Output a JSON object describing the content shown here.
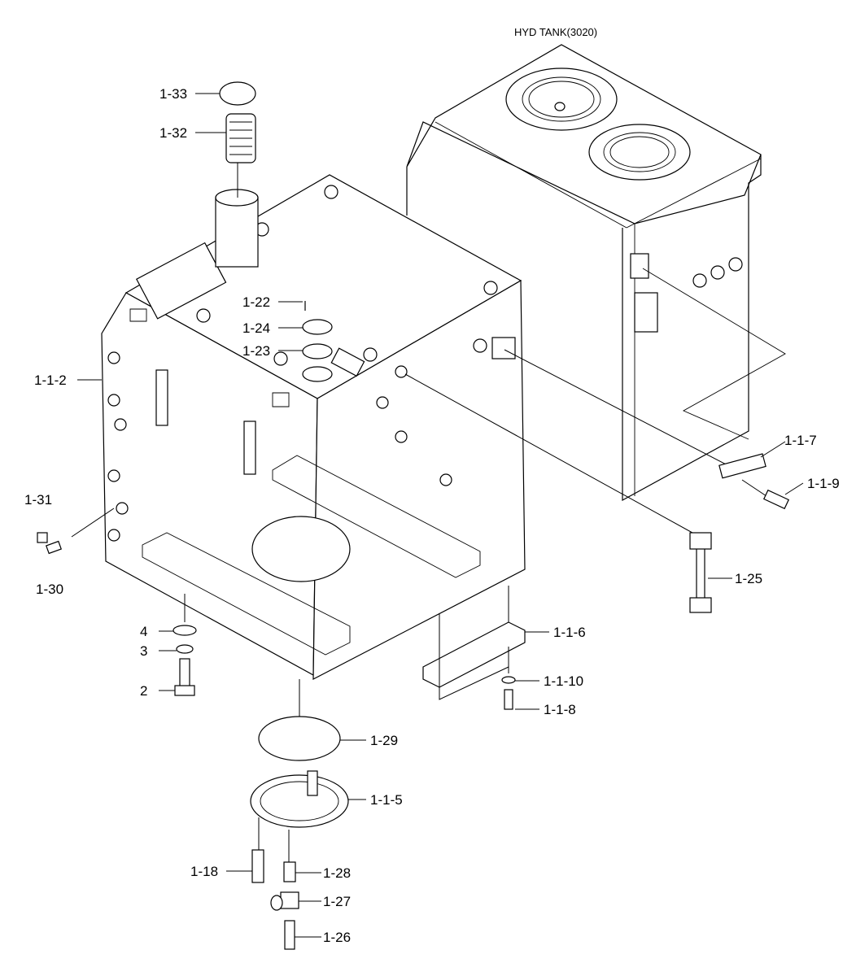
{
  "diagram": {
    "title": "HYD TANK(3020)",
    "labels": {
      "p1_33": "1-33",
      "p1_32": "1-32",
      "p1_22": "1-22",
      "p1_24": "1-24",
      "p1_23": "1-23",
      "p1_1_2": "1-1-2",
      "p1_31": "1-31",
      "p1_30": "1-30",
      "p4": "4",
      "p3": "3",
      "p2": "2",
      "p1_1_7": "1-1-7",
      "p1_1_9": "1-1-9",
      "p1_25": "1-25",
      "p1_1_6": "1-1-6",
      "p1_1_10": "1-1-10",
      "p1_1_8": "1-1-8",
      "p1_29": "1-29",
      "p1_1_5": "1-1-5",
      "p1_18": "1-18",
      "p1_28": "1-28",
      "p1_27": "1-27",
      "p1_26": "1-26"
    }
  }
}
